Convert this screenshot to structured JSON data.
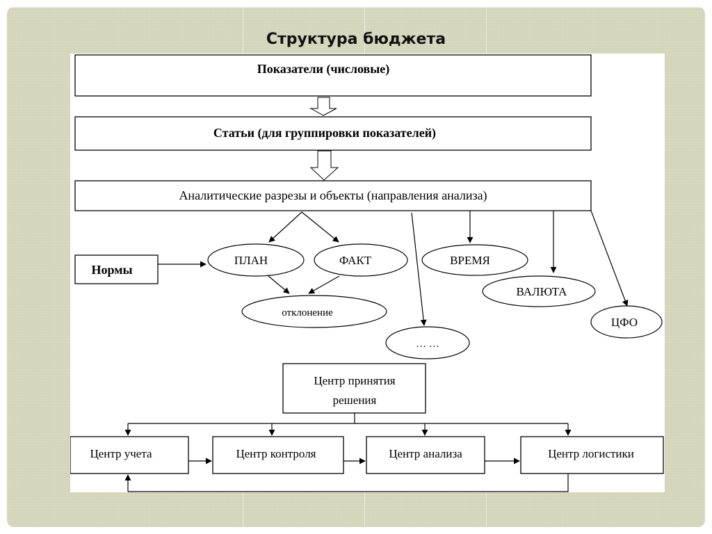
{
  "slide": {
    "title": "Структура бюджета"
  },
  "diagram": {
    "boxes": {
      "indicators": "Показатели (числовые)",
      "articles": "Статьи (для группировки показателей)",
      "analytics": "Аналитические разрезы и объекты (направления анализа)",
      "norms": "Нормы"
    },
    "ellipses": {
      "plan": "ПЛАН",
      "fact": "ФАКТ",
      "deviation": "отклонение",
      "time": "ВРЕМЯ",
      "currency": "ВАЛЮТА",
      "cfo": "ЦФО",
      "etc": "… …"
    },
    "centers": {
      "decision_line1": "Центр принятия",
      "decision_line2": "решения",
      "accounting": "Центр учета",
      "control": "Центр контроля",
      "analysis": "Центр анализа",
      "logistics": "Центр логистики"
    }
  }
}
